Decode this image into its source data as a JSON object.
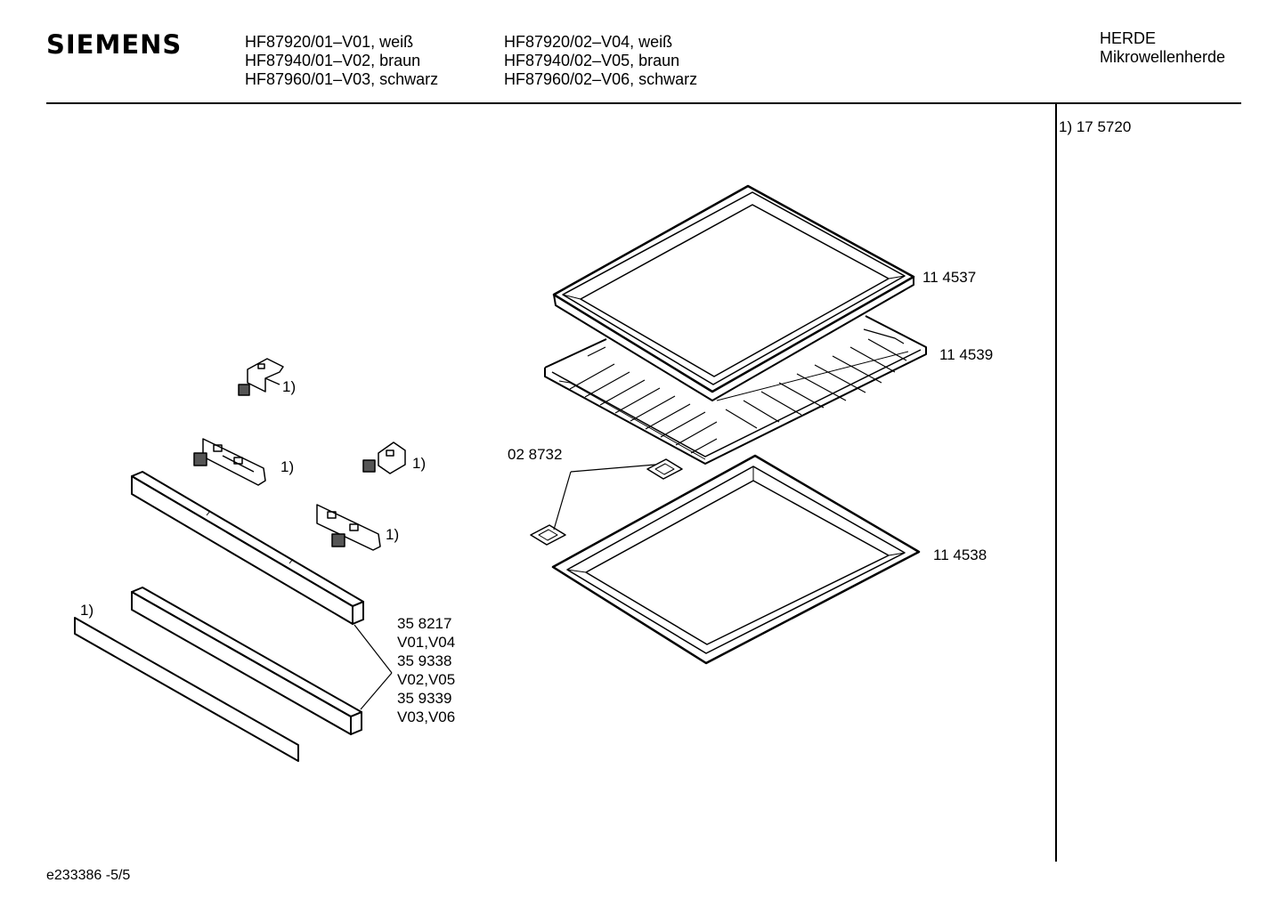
{
  "header": {
    "brand": "SIEMENS",
    "models_col1": [
      "HF87920/01–V01, weiß",
      "HF87940/01–V02, braun",
      "HF87960/01–V03, schwarz"
    ],
    "models_col2": [
      "HF87920/02–V04, weiß",
      "HF87940/02–V05, braun",
      "HF87960/02–V06, schwarz"
    ],
    "category": "HERDE",
    "subcategory": "Mikrowellenherde"
  },
  "side_note": "1)  17 5720",
  "parts": {
    "tray_top": "11 4537",
    "grill_rack": "11 4539",
    "tray_bottom": "11 4538",
    "clip": "02 8732",
    "bracket_ref_1": "1)",
    "bracket_ref_2": "1)",
    "bracket_ref_3": "1)",
    "bracket_ref_4": "1)",
    "strip_ref": "1)",
    "panel_variants": [
      "35 8217",
      "V01,V04",
      "35 9338",
      "V02,V05",
      "35 9339",
      "V03,V06"
    ]
  },
  "footer": "e233386 -5/5"
}
